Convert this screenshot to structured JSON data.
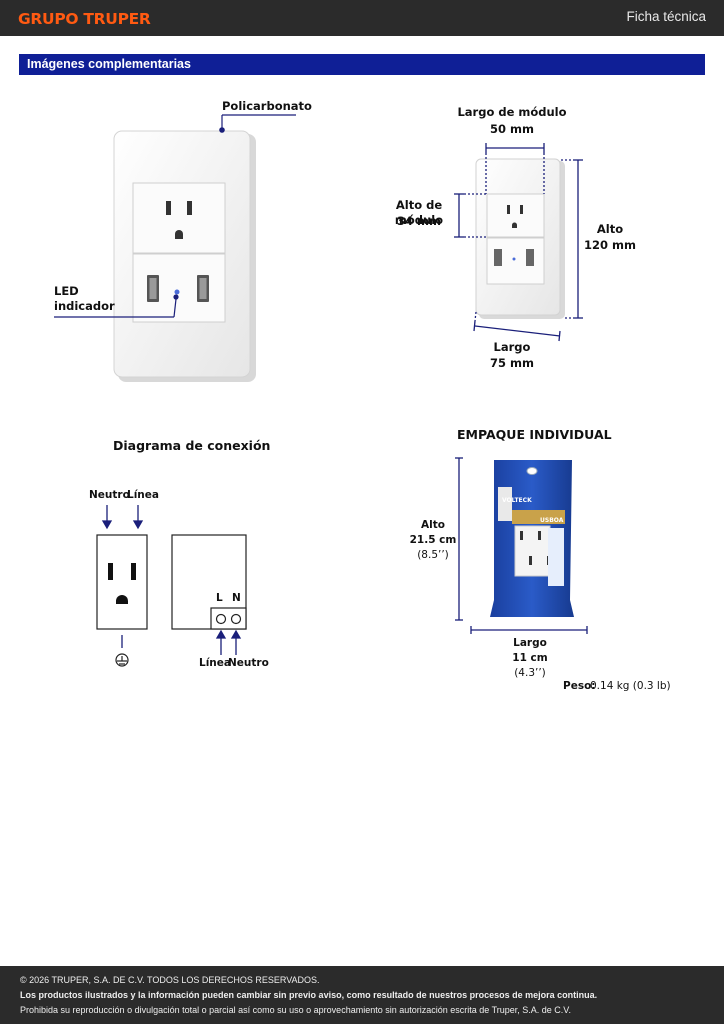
{
  "header": {
    "brand": "GRUPO TRUPER",
    "doc_type": "Ficha técnica"
  },
  "section": {
    "title": "Imágenes complementarias"
  },
  "product": {
    "material": "Policarbonato",
    "led_line1": "LED",
    "led_line2": "indicador"
  },
  "dimensions": {
    "module_width_label": "Largo de módulo",
    "module_width_value": "50 mm",
    "module_height_label": "Alto de módulo",
    "module_height_value": "34 mm",
    "height_label": "Alto",
    "height_value": "120 mm",
    "width_label": "Largo",
    "width_value": "75 mm"
  },
  "wiring": {
    "title": "Diagrama de conexión",
    "neutral_top": "Neutro",
    "line_top": "Línea",
    "terminal_l": "L",
    "terminal_n": "N",
    "line_bottom": "Línea",
    "neutral_bottom": "Neutro"
  },
  "packaging": {
    "title": "EMPAQUE INDIVIDUAL",
    "height_label": "Alto",
    "height_cm": "21.5 cm",
    "height_in": "(8.5’’)",
    "width_label": "Largo",
    "width_cm": "11 cm",
    "width_in": "(4.3’’)",
    "weight_label": "Peso:",
    "weight_value": "0.14 kg (0.3 lb)",
    "package_brand": "VOLTECK",
    "package_model": "USBOA"
  },
  "footer": {
    "copyright": "© 2026 TRUPER, S.A. DE C.V. TODOS LOS DERECHOS RESERVADOS.",
    "disclaimer": "Los productos ilustrados y la información pueden cambiar sin previo aviso, como resultado de nuestros procesos de mejora continua.",
    "prohibition": "Prohibida su reproducción o divulgación total o parcial así como su uso o aprovechamiento sin autorización escrita de Truper, S.A. de C.V."
  },
  "colors": {
    "accent": "#ff5a12",
    "section_bar": "#0f1f96",
    "dimension_lines": "#1a1f7a",
    "dark_bars": "#2b2b2b"
  }
}
